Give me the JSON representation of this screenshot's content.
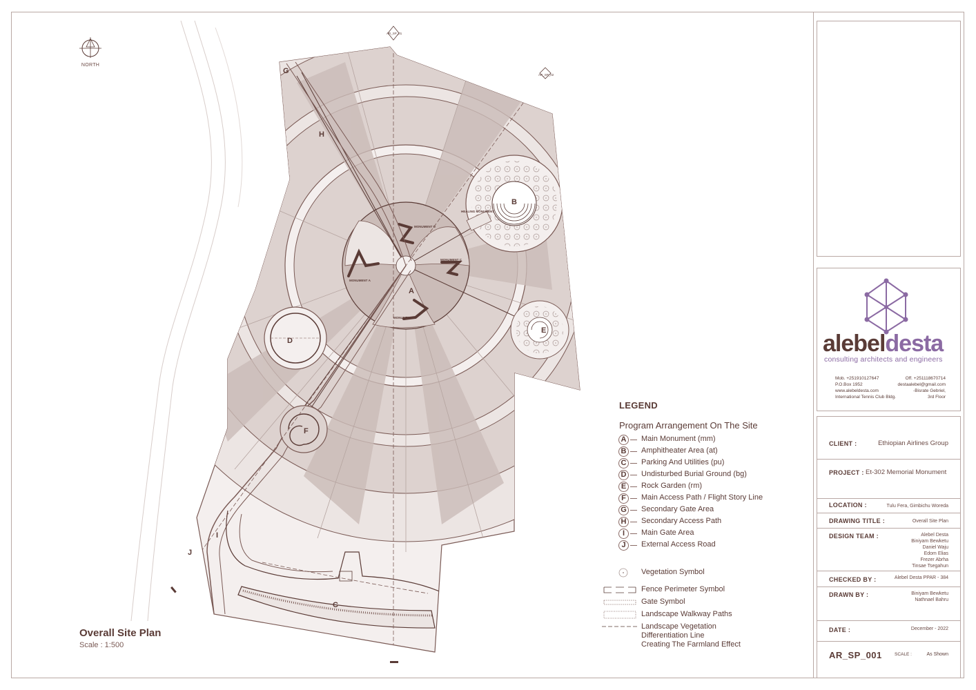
{
  "colors": {
    "ink": "#5a3b36",
    "line": "#7a5a55",
    "fill_dark": "#cbbcb8",
    "fill_mid": "#ddd2cf",
    "fill_light": "#ece5e3",
    "accent_purple": "#8b6aa3"
  },
  "north": {
    "label": "NORTH"
  },
  "plan": {
    "title": "Overall Site Plan",
    "scale": "Scale : 1:500",
    "zone_letters": {
      "a": "A",
      "b": "B",
      "c": "C",
      "d": "D",
      "e": "E",
      "f": "F",
      "g": "G",
      "h": "H",
      "i": "I",
      "j": "J"
    },
    "labels": {
      "monument_a": "MONUMENT A",
      "monument_b": "MONUMENT B",
      "monument_c": "MONUMENT C",
      "monument_d": "MONUMENT D",
      "healing": "HEALING MONUMENT"
    },
    "section_marks": {
      "s1": "AR_SP_01",
      "s2": "AR_SP_02"
    }
  },
  "legend": {
    "title": "LEGEND",
    "subtitle": "Program Arrangement On The Site",
    "items": [
      {
        "key": "A",
        "text": "Main Monument (mm)"
      },
      {
        "key": "B",
        "text": "Amphitheater Area (at)"
      },
      {
        "key": "C",
        "text": "Parking And Utilities (pu)"
      },
      {
        "key": "D",
        "text": "Undisturbed Burial Ground (bg)"
      },
      {
        "key": "E",
        "text": "Rock Garden (rm)"
      },
      {
        "key": "F",
        "text": "Main Access Path / Flight Story Line"
      },
      {
        "key": "G",
        "text": "Secondary Gate Area"
      },
      {
        "key": "H",
        "text": "Secondary Access Path"
      },
      {
        "key": "I",
        "text": "Main Gate Area"
      },
      {
        "key": "J",
        "text": "External Access Road"
      }
    ],
    "symbols": {
      "vegetation": "Vegetation Symbol",
      "fence": "Fence Perimeter Symbol",
      "gate": "Gate Symbol",
      "walkway": "Landscape Walkway Paths",
      "line1": "Landscape Vegetation",
      "line2": "Differentiation Line",
      "line3": "Creating The Farmland Effect"
    }
  },
  "title_block": {
    "logo_name_a": "alebel",
    "logo_name_b": "desta",
    "logo_tagline": "consulting architects and engineers",
    "contact": {
      "mob": "Mob. +251910127647",
      "off": "Off. +251118670714",
      "pobox": "P.O.Box  1952",
      "email": "destaalebel@gmail.com",
      "web": "www.alebeldesta.com",
      "addr1": "-Bisrate Gebriel,",
      "addr2": "International Tennis Club Bldg.",
      "floor": "3rd Floor"
    },
    "client_label": "CLIENT :",
    "client": "Ethiopian Airlines Group",
    "project_label": "PROJECT :",
    "project": "Et-302  Memorial Monument",
    "location_label": "LOCATION :",
    "location": "Tulu Fera, Gimbichu Woreda",
    "drawing_title_label": "DRAWING TITLE :",
    "drawing_title": "Overall Site Plan",
    "design_team_label": "DESIGN TEAM :",
    "design_team": [
      "Alebel Desta",
      "Biniyam Bewketu",
      "Daniel Waju",
      "Edom Elias",
      "Frezer Abrha",
      "Tinsae Tsegahun"
    ],
    "checked_by_label": "CHECKED BY :",
    "checked_by": "Alebel Desta PPAR - 384",
    "drawn_by_label": "DRAWN BY :",
    "drawn_by": [
      "Biniyam Bewketu",
      "Nathnael Bahru"
    ],
    "date_label": "DATE :",
    "date": "December - 2022",
    "drawing_no": "AR_SP_001",
    "scale_label": "SCALE :",
    "scale": "As Shown"
  }
}
